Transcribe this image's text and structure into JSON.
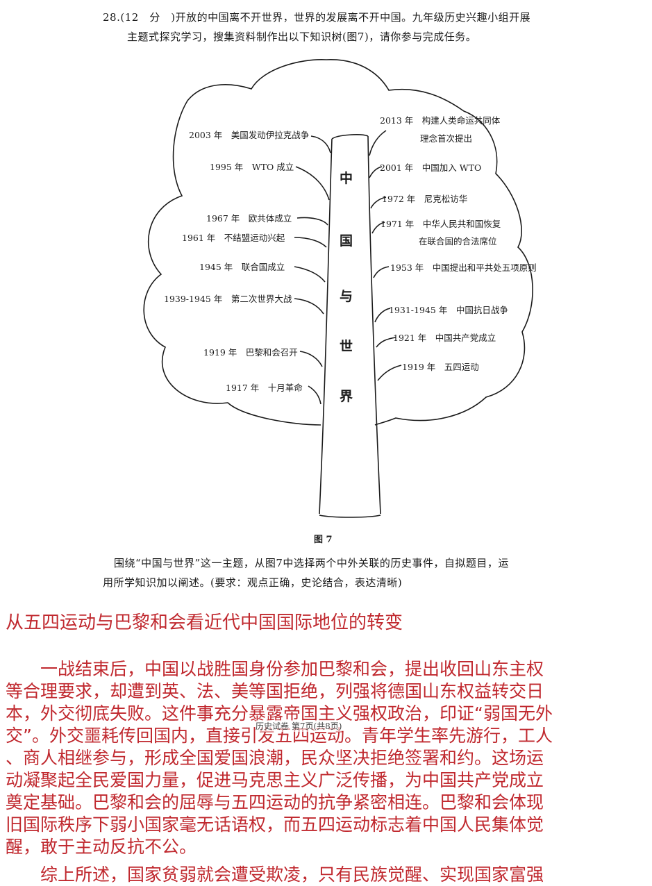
{
  "question": {
    "line1": "28.(12　分　)开放的中国离不开世界，世界的发展离不开中国。九年级历史兴趣小组开展",
    "line2": "主题式探究学习，搜集资料制作出以下知识树(图7)，请你参与完成任务。"
  },
  "tree": {
    "trunk_chars": [
      "中",
      "国",
      "与",
      "世",
      "界"
    ],
    "left_events": [
      "2003 年　美国发动伊拉克战争",
      "1995 年　WTO 成立",
      "1967 年　欧共体成立",
      "1961 年　不结盟运动兴起",
      "1945 年　联合国成立",
      "1939-1945 年　第二次世界大战",
      "1919 年　巴黎和会召开",
      "1917 年　十月革命"
    ],
    "right_events": [
      "2013 年　构建人类命运共同体",
      "理念首次提出",
      "2001 年　中国加入 WTO",
      "1972 年　尼克松访华",
      "1971 年　中华人民共和国恢复",
      "在联合国的合法席位",
      "1953 年　中国提出和平共处五项原则",
      "1931-1945 年　中国抗日战争",
      "1921 年　中国共产党成立",
      "1919 年　五四运动"
    ],
    "caption": "图 7"
  },
  "task": {
    "line1": "围绕“中国与世界”这一主题，从图7中选择两个中外关联的历史事件，自拟题目，运",
    "line2": "用所学知识加以阐述。(要求：观点正确，史论结合，表达清晰)"
  },
  "footer": "历史试卷 第7页(共8页)",
  "answer": {
    "title": "从五四运动与巴黎和会看近代中国国际地位的转变",
    "lines": [
      "　　一战结束后，中国以战胜国身份参加巴黎和会，提出收回山东主权",
      "等合理要求，却遭到英、法、美等国拒绝，列强将德国山东权益转交日",
      "本，外交彻底失败。这件事充分暴露帝国主义强权政治，印证“弱国无外",
      "交”。外交噩耗传回国内，直接引发五四运动。青年学生率先游行，工人",
      "、商人相继参与，形成全国爱国浪潮，民众坚决拒绝签署和约。这场运",
      "动凝聚起全民爱国力量，促进马克思主义广泛传播，为中国共产党成立",
      "奠定基础。巴黎和会的屈辱与五四运动的抗争紧密相连。巴黎和会体现",
      "旧国际秩序下弱小国家毫无话语权，而五四运动标志着中国人民集体觉",
      "醒，敢于主动反抗不公。",
      "　　综上所述，国家贫弱就会遭受欺凌，只有民族觉醒、实现国家富强"
    ],
    "color": "#c0282e"
  }
}
